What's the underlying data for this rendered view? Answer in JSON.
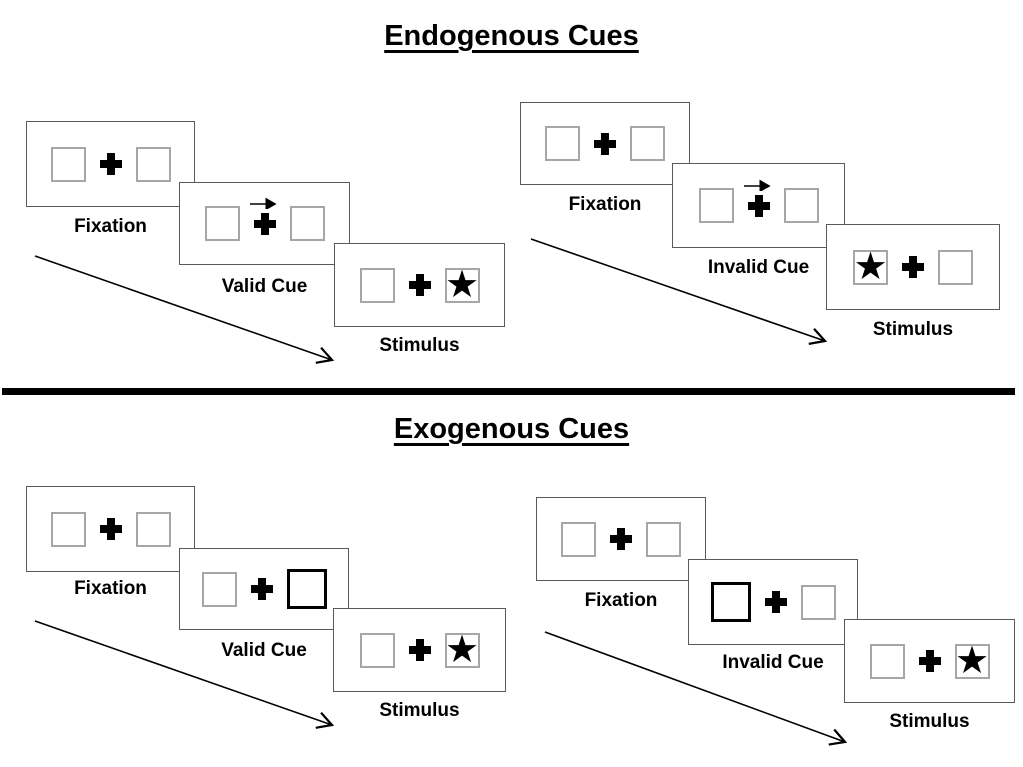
{
  "colors": {
    "panel_border": "#595959",
    "placeholder_border": "#a6a6a6",
    "cue_border": "#000000",
    "ink": "#000000",
    "background": "#ffffff"
  },
  "glyphs": {
    "star": "★"
  },
  "sections": [
    {
      "title": "Endogenous Cues",
      "trials": [
        {
          "name": "endogenous-valid-trial",
          "cue_type": "central-arrow",
          "steps": [
            {
              "label": "Fixation"
            },
            {
              "label": "Valid Cue"
            },
            {
              "label": "Stimulus"
            }
          ]
        },
        {
          "name": "endogenous-invalid-trial",
          "cue_type": "central-arrow",
          "steps": [
            {
              "label": "Fixation"
            },
            {
              "label": "Invalid Cue"
            },
            {
              "label": "Stimulus"
            }
          ]
        }
      ]
    },
    {
      "title": "Exogenous Cues",
      "trials": [
        {
          "name": "exogenous-valid-trial",
          "cue_type": "highlighted-box",
          "steps": [
            {
              "label": "Fixation"
            },
            {
              "label": "Valid Cue"
            },
            {
              "label": "Stimulus"
            }
          ]
        },
        {
          "name": "exogenous-invalid-trial",
          "cue_type": "highlighted-box",
          "steps": [
            {
              "label": "Fixation"
            },
            {
              "label": "Invalid Cue"
            },
            {
              "label": "Stimulus"
            }
          ]
        }
      ]
    }
  ]
}
